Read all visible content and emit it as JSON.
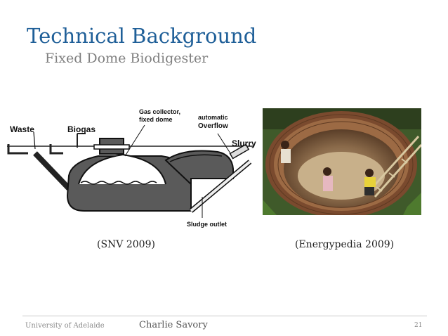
{
  "slide": {
    "title": "Technical Background",
    "subtitle": "Fixed Dome Biodigester",
    "caption_left": "(SNV 2009)",
    "caption_right": "(Energypedia 2009)"
  },
  "diagram": {
    "labels": {
      "waste": "Waste",
      "biogas": "Biogas",
      "gas_collector_line1": "Gas collector,",
      "gas_collector_line2": "fixed dome",
      "overflow_line1": "automatic",
      "overflow_line2": "Overflow",
      "slurry": "Slurry",
      "sludge_outlet": "Sludge outlet"
    }
  },
  "footer": {
    "institution": "University of Adelaide",
    "author": "Charlie Savory",
    "page": "21"
  },
  "colors": {
    "title": "#1f5f98",
    "subtitle": "#7f7f7f",
    "diagram_fill": "#5a5a5a"
  }
}
